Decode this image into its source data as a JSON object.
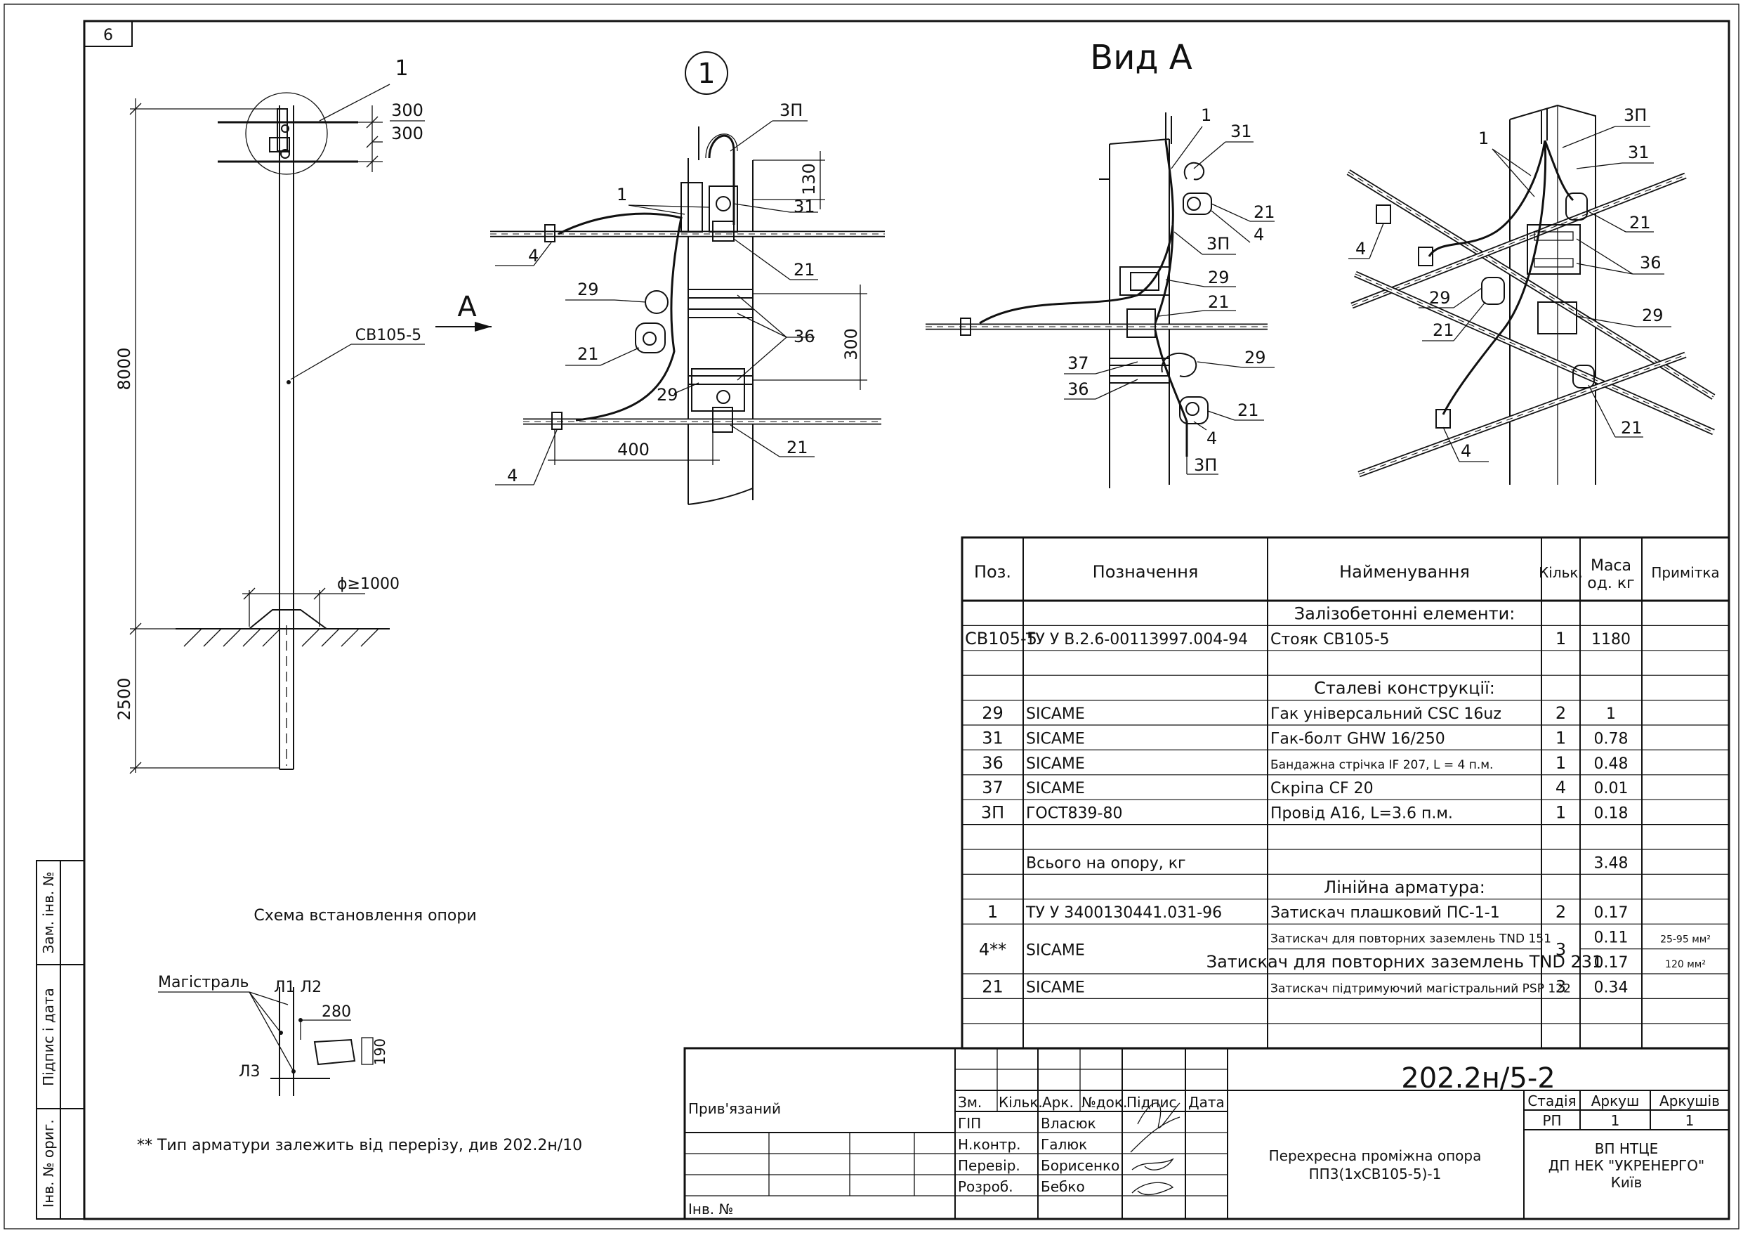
{
  "sheet": {
    "number": "6"
  },
  "view_pole": {
    "callout": "1",
    "dim_top": "300",
    "dim_mid": "300",
    "dim_height": "8000",
    "dim_depth": "2500",
    "pole_label": "СВ105-5",
    "diameter": "ϕ≥1000",
    "caption": "Схема встановлення опори"
  },
  "view_detail": {
    "circle_label": "1",
    "arrow_label": "А",
    "labels": {
      "zp": "3П",
      "d130": "130",
      "p1": "1",
      "p31": "31",
      "p4a": "4",
      "p21a": "21",
      "p29a": "29",
      "p21b": "21",
      "p36": "36",
      "d300": "300",
      "p29b": "29",
      "p21c": "21",
      "p4b": "4",
      "d400": "400"
    }
  },
  "view_a": {
    "title": "Вид А",
    "labels": {
      "p1": "1",
      "p31": "31",
      "p21a": "21",
      "p4a": "4",
      "zp": "3П",
      "p29a": "29",
      "p21b": "21",
      "p37": "37",
      "p36": "36",
      "p29b": "29",
      "p21c": "21",
      "p4b": "4",
      "zp2": "3П"
    }
  },
  "view_iso": {
    "labels": {
      "zp": "3П",
      "p1": "1",
      "p31": "31",
      "p21a": "21",
      "p4a": "4",
      "p36": "36",
      "p29a": "29",
      "p21b": "21",
      "p29b": "29",
      "p21c": "21",
      "p4b": "4"
    }
  },
  "scheme": {
    "magistral": "Магістраль",
    "l1l2": "Л1 Л2",
    "l3": "Л3",
    "d280": "280",
    "d190": "190"
  },
  "footnote": "** Тип арматури залежить від перерізу, див 202.2н/10",
  "spec": {
    "headers": [
      "Поз.",
      "Позначення",
      "Найменування",
      "Кільк.",
      "Маса од. кг",
      "Примітка"
    ],
    "rows": [
      {
        "pos": "",
        "code": "",
        "name": "Залізобетонні елементи:",
        "qty": "",
        "mass": "",
        "note": ""
      },
      {
        "pos": "СВ105-5",
        "code": "ТУ У В.2.6-00113997.004-94",
        "name": "Стояк СВ105-5",
        "qty": "1",
        "mass": "1180",
        "note": ""
      },
      {
        "pos": "",
        "code": "",
        "name": "",
        "qty": "",
        "mass": "",
        "note": ""
      },
      {
        "pos": "",
        "code": "",
        "name": "Сталеві конструкції:",
        "qty": "",
        "mass": "",
        "note": ""
      },
      {
        "pos": "29",
        "code": "SICAME",
        "name": "Гак універсальний CSC 16uz",
        "qty": "2",
        "mass": "1",
        "note": ""
      },
      {
        "pos": "31",
        "code": "SICAME",
        "name": "Гак-болт GHW 16/250",
        "qty": "1",
        "mass": "0.78",
        "note": ""
      },
      {
        "pos": "36",
        "code": "SICAME",
        "name": "Бандажна стрічка IF 207, L = 4 п.м.",
        "qty": "1",
        "mass": "0.48",
        "note": ""
      },
      {
        "pos": "37",
        "code": "SICAME",
        "name": "Скріпа CF 20",
        "qty": "4",
        "mass": "0.01",
        "note": ""
      },
      {
        "pos": "3П",
        "code": "ГОСТ839-80",
        "name": "Провід А16, L=3.6 п.м.",
        "qty": "1",
        "mass": "0.18",
        "note": ""
      },
      {
        "pos": "",
        "code": "",
        "name": "",
        "qty": "",
        "mass": "",
        "note": ""
      },
      {
        "pos": "",
        "code": "Всього на опору, кг",
        "name": "",
        "qty": "",
        "mass": "3.48",
        "note": ""
      },
      {
        "pos": "",
        "code": "",
        "name": "Лінійна арматура:",
        "qty": "",
        "mass": "",
        "note": ""
      },
      {
        "pos": "1",
        "code": "ТУ У 3400130441.031-96",
        "name": "Затискач плашковий ПС-1-1",
        "qty": "2",
        "mass": "0.17",
        "note": ""
      },
      {
        "pos": "4**",
        "code": "SICAME",
        "name": "Затискач для повторних заземлень TND 151",
        "qty": "3",
        "mass": "0.11",
        "note": "25-95 мм²"
      },
      {
        "pos": "",
        "code": "",
        "name": "Затискач для повторних заземлень TND 231",
        "qty": "",
        "mass": "0.17",
        "note": "120 мм²"
      },
      {
        "pos": "21",
        "code": "SICAME",
        "name": "Затискач підтримуючий магістральний PSP 122",
        "qty": "3",
        "mass": "0.34",
        "note": ""
      },
      {
        "pos": "",
        "code": "",
        "name": "",
        "qty": "",
        "mass": "",
        "note": ""
      },
      {
        "pos": "",
        "code": "",
        "name": "",
        "qty": "",
        "mass": "",
        "note": ""
      }
    ]
  },
  "title_block": {
    "doc_code": "202.2н/5-2",
    "privyazanyi": "Прив'язаний",
    "inv": "Інв. №",
    "cols": [
      "Зм.",
      "Кільк.",
      "Арк.",
      "№док.",
      "Підпис",
      "Дата"
    ],
    "roles": [
      "ГІП",
      "Н.контр.",
      "Перевір.",
      "Розроб."
    ],
    "names": [
      "Власюк",
      "Галюк",
      "Борисенко",
      "Бебко"
    ],
    "title": "Перехресна проміжна опора",
    "subtitle": "ПП3(1хСВ105-5)-1",
    "stage_hdr": "Стадія",
    "sheet_hdr": "Аркуш",
    "sheets_hdr": "Аркушів",
    "stage": "РП",
    "sheet": "1",
    "sheets": "1",
    "org1": "ВП НТЦЕ",
    "org2": "ДП НЕК \"УКРЕНЕРГО\"",
    "org3": "Київ"
  },
  "side_stamp": [
    "Зам. інв. №",
    "Підпис і дата",
    "Інв. № ориг."
  ]
}
